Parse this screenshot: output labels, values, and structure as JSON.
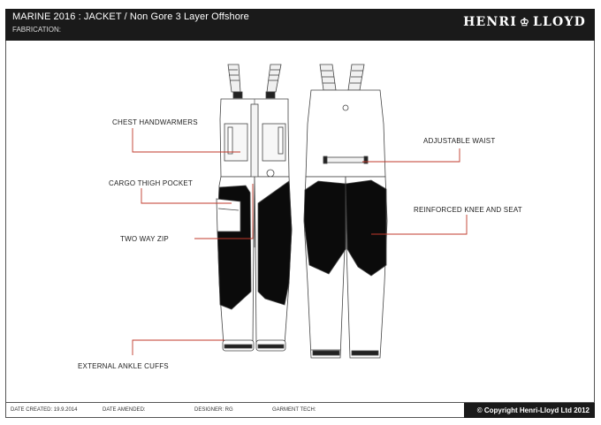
{
  "header": {
    "title": "MARINE 2016 : JACKET / Non Gore 3 Layer Offshore",
    "fabrication": "FABRICATION:",
    "logo_left": "HENRI",
    "logo_right": "LLOYD"
  },
  "callouts": {
    "chest": "CHEST HANDWARMERS",
    "cargo": "CARGO THIGH POCKET",
    "zip": "TWO WAY ZIP",
    "ankle": "EXTERNAL ANKLE CUFFS",
    "waist": "ADJUSTABLE WAIST",
    "knee": "REINFORCED KNEE AND SEAT"
  },
  "footer": {
    "date_created": "DATE CREATED: 19.9.2014",
    "date_amended": "DATE AMENDED:",
    "designer": "DESIGNER: RG",
    "garment_tech": "GARMENT TECH:",
    "copyright": "© Copyright Henri-Lloyd Ltd 2012"
  },
  "colors": {
    "callout_line": "#c0392b",
    "header_bg": "#1a1a1a"
  }
}
